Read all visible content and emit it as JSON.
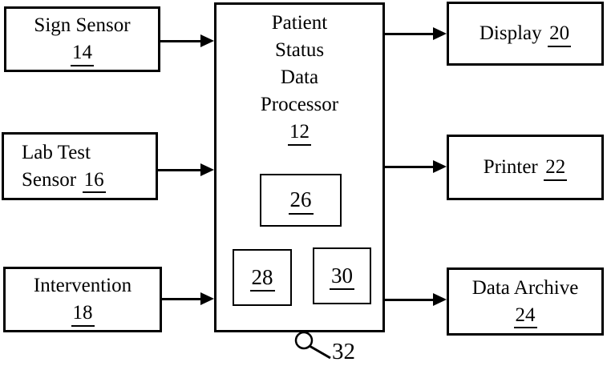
{
  "figure": {
    "background_color": "#ffffff",
    "line_color": "#000000"
  },
  "boxes": {
    "sign_sensor": {
      "label": "Sign Sensor",
      "ref": "14"
    },
    "lab_test": {
      "label_line1": "Lab Test",
      "label_line2": "Sensor",
      "ref": "16"
    },
    "intervention": {
      "label": "Intervention",
      "ref": "18"
    },
    "processor": {
      "label_lines": [
        "Patient",
        "Status",
        "Data",
        "Processor"
      ],
      "ref": "12"
    },
    "module_26": {
      "ref": "26"
    },
    "module_28": {
      "ref": "28"
    },
    "module_30": {
      "ref": "30"
    },
    "display": {
      "label": "Display",
      "ref": "20"
    },
    "printer": {
      "label": "Printer",
      "ref": "22"
    },
    "data_archive": {
      "label": "Data Archive",
      "ref": "24"
    }
  },
  "callout": {
    "ref": "32"
  }
}
